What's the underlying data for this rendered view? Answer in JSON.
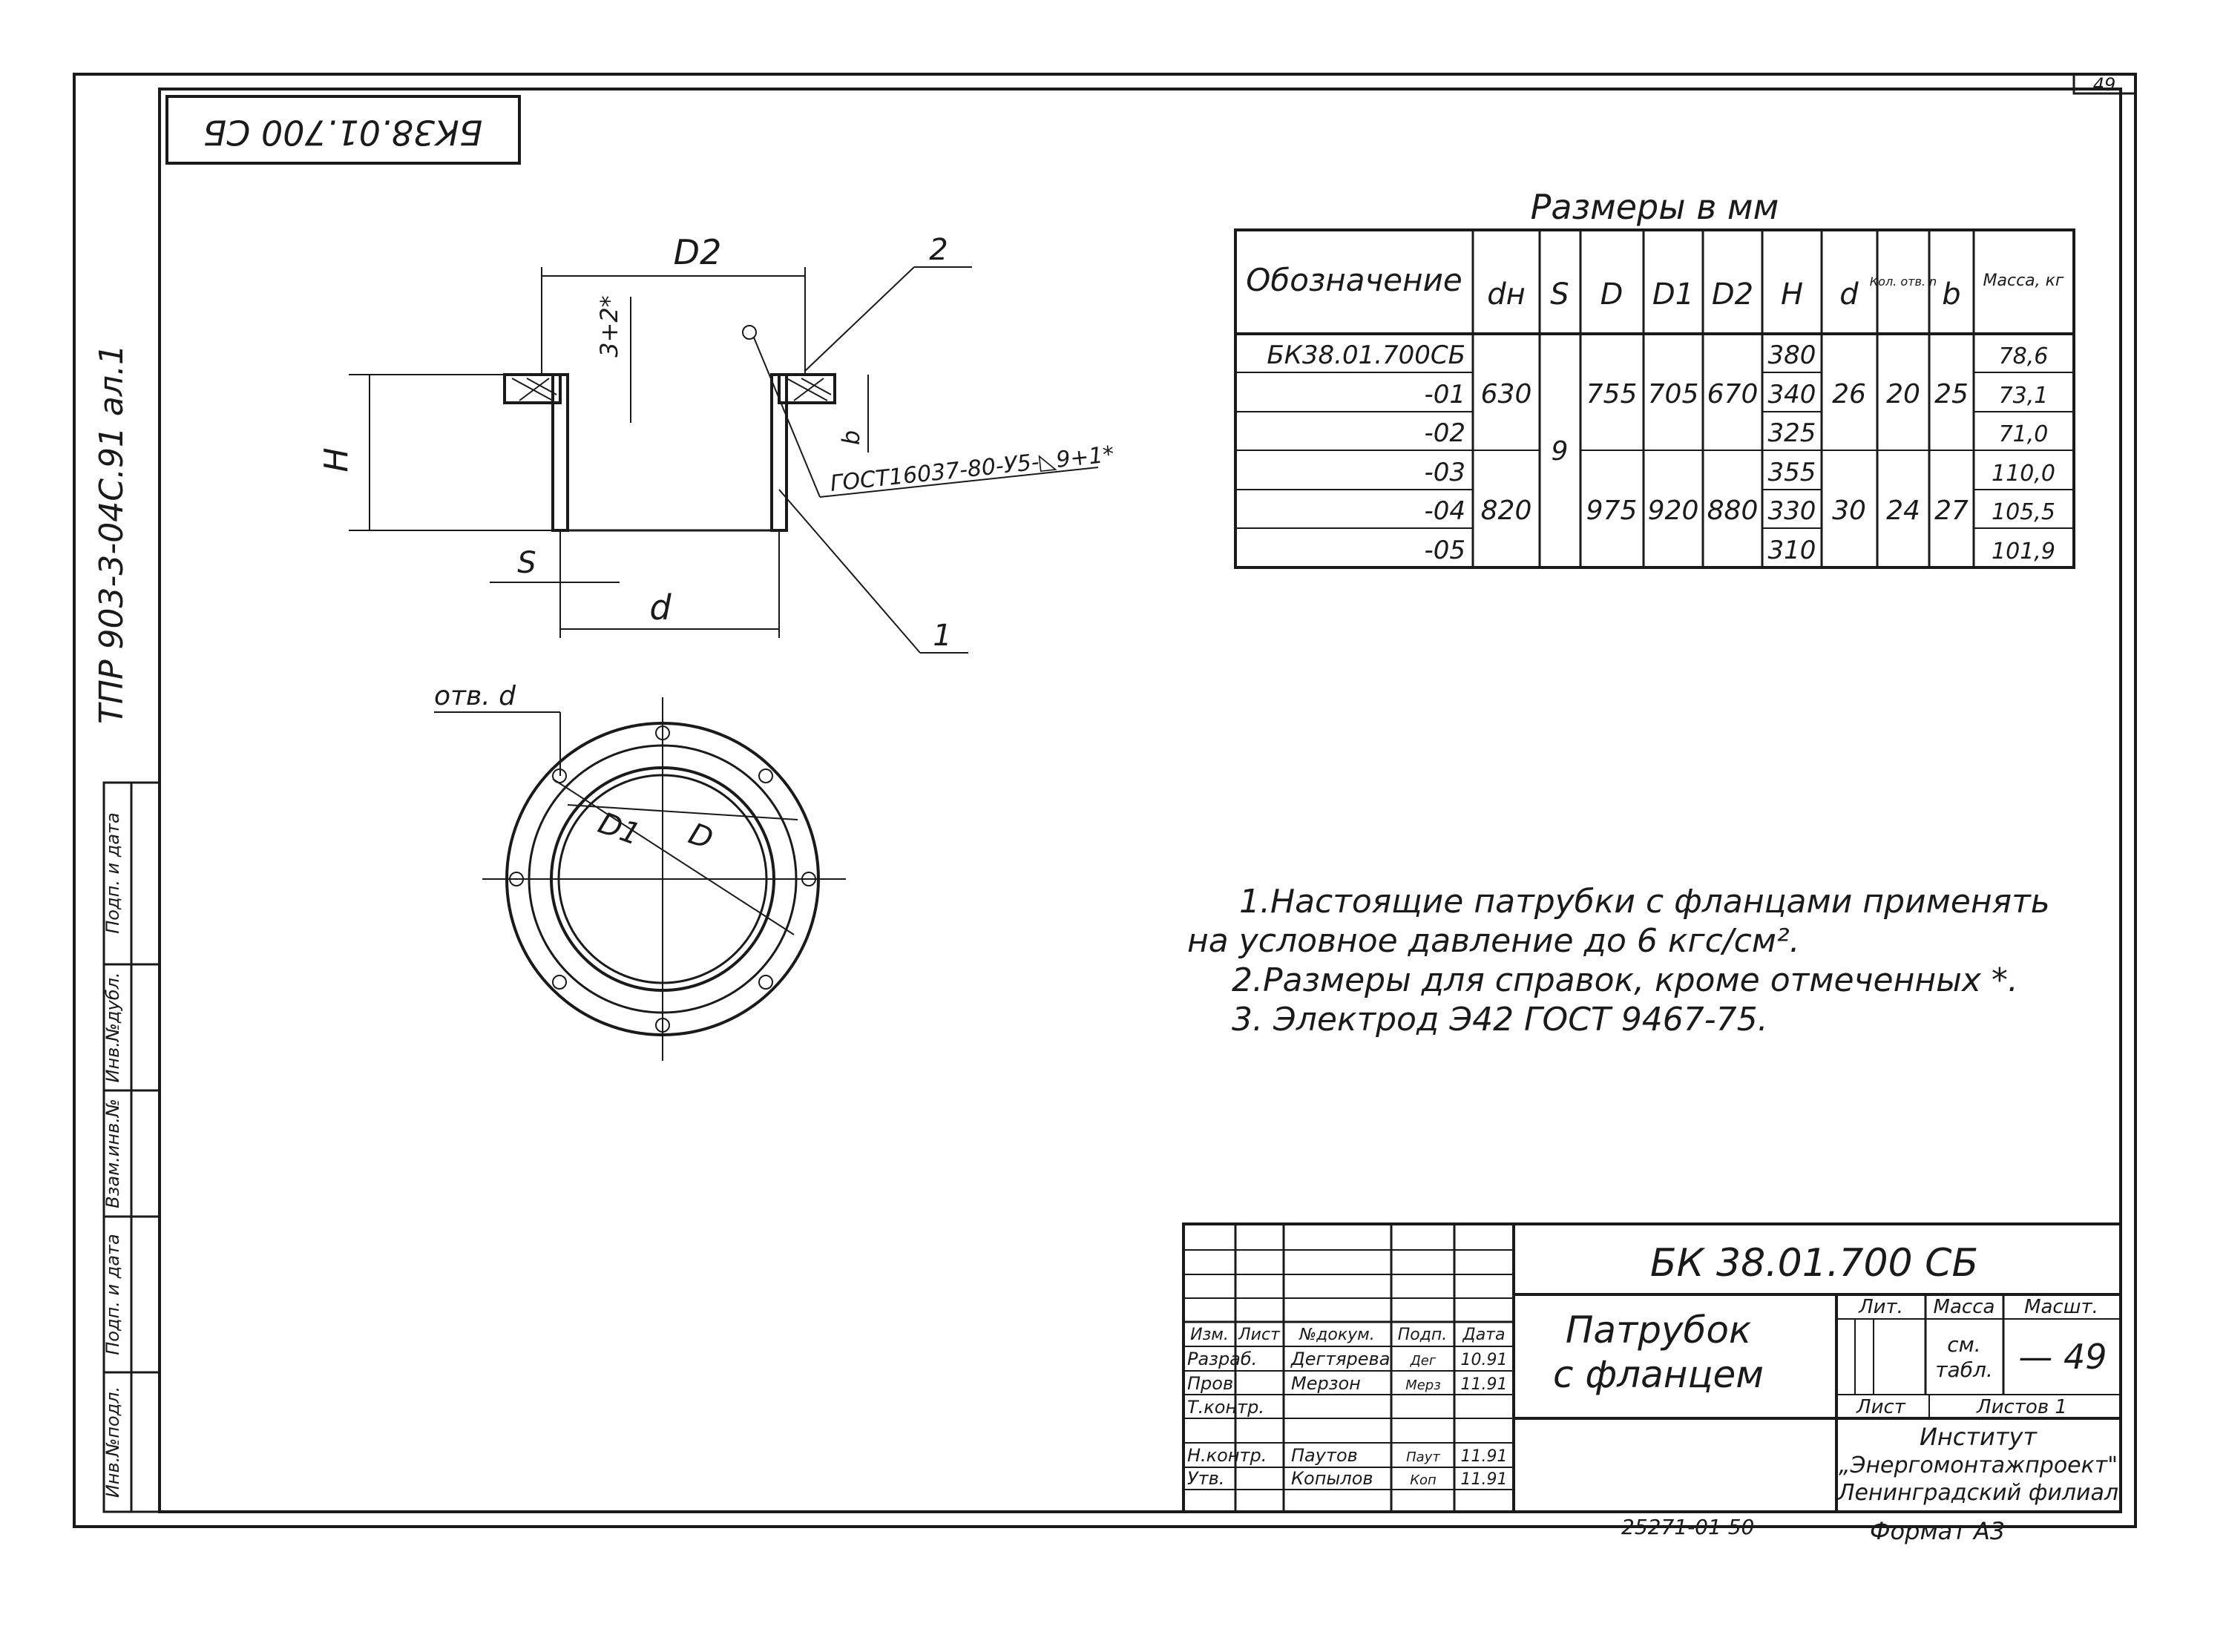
{
  "sheet": {
    "page_number_top": "49",
    "rotated_designation": "БК38.01.700 СБ",
    "project_code": "ТПР 903-3-04С.91  ал.1",
    "side_stamp": [
      "Инв.№подл.",
      "Подп. и дата",
      "Взам.инв.№",
      "Инв.№дубл.",
      "Подп. и дата"
    ]
  },
  "drawing": {
    "label_d2": "D2",
    "label_h": "H",
    "label_s": "S",
    "label_d": "d",
    "label_3plus2": "3+2*",
    "label_b": "b",
    "callout_1": "1",
    "callout_2": "2",
    "weld_note": "ГОСТ16037-80-У5-◺9+1*",
    "holes_label": "отв. d",
    "label_d1": "D1",
    "label_D": "D"
  },
  "table": {
    "caption": "Размеры в мм",
    "headers": {
      "designation": "Обозначение",
      "dn": "dн",
      "s": "S",
      "D": "D",
      "D1": "D1",
      "D2": "D2",
      "H": "H",
      "d": "d",
      "n": "Кол. отв. n",
      "b": "b",
      "mass": "Масса, кг"
    },
    "designations": [
      "БК38.01.700СБ",
      "-01",
      "-02",
      "-03",
      "-04",
      "-05"
    ],
    "H_values": [
      "380",
      "340",
      "325",
      "355",
      "330",
      "310"
    ],
    "mass_values": [
      "78,6",
      "73,1",
      "71,0",
      "110,0",
      "105,5",
      "101,9"
    ],
    "group1": {
      "dn": "630",
      "D": "755",
      "D1": "705",
      "D2": "670",
      "d": "26",
      "n": "20",
      "b": "25"
    },
    "group2": {
      "dn": "820",
      "D": "975",
      "D1": "920",
      "D2": "880",
      "d": "30",
      "n": "24",
      "b": "27"
    },
    "s_value": "9"
  },
  "notes": [
    "1.Настоящие патрубки с фланцами применять",
    "на условное давление до 6 кгс/см².",
    "2.Размеры для справок, кроме отмеченных *.",
    "3. Электрод Э42 ГОСТ 9467-75."
  ],
  "title_block": {
    "designation": "БК 38.01.700 СБ",
    "name_line1": "Патрубок",
    "name_line2": "с фланцем",
    "col_headers": [
      "Изм.",
      "Лист",
      "№докум.",
      "Подп.",
      "Дата"
    ],
    "rows": [
      {
        "role": "Разраб.",
        "name": "Дегтярева",
        "sign": "Дег",
        "date": "10.91"
      },
      {
        "role": "Пров.",
        "name": "Мерзон",
        "sign": "Мерз",
        "date": "11.91"
      },
      {
        "role": "Т.контр.",
        "name": "",
        "sign": "",
        "date": ""
      },
      {
        "role": "Н.контр.",
        "name": "Паутов",
        "sign": "Паут",
        "date": "11.91"
      },
      {
        "role": "Утв.",
        "name": "Копылов",
        "sign": "Коп",
        "date": "11.91"
      }
    ],
    "lit_label": "Лит.",
    "mass_label": "Масса",
    "scale_label": "Масшт.",
    "mass_value_line1": "см.",
    "mass_value_line2": "табл.",
    "scale_value": "— 49",
    "sheet_label": "Лист",
    "sheets_label": "Листов 1",
    "org_line1": "Институт",
    "org_line2": "„Энергомонтажпроект\"",
    "org_line3": "Ленинградский филиал"
  },
  "footer": {
    "code": "25271-01   50",
    "format": "Формат  А3"
  }
}
